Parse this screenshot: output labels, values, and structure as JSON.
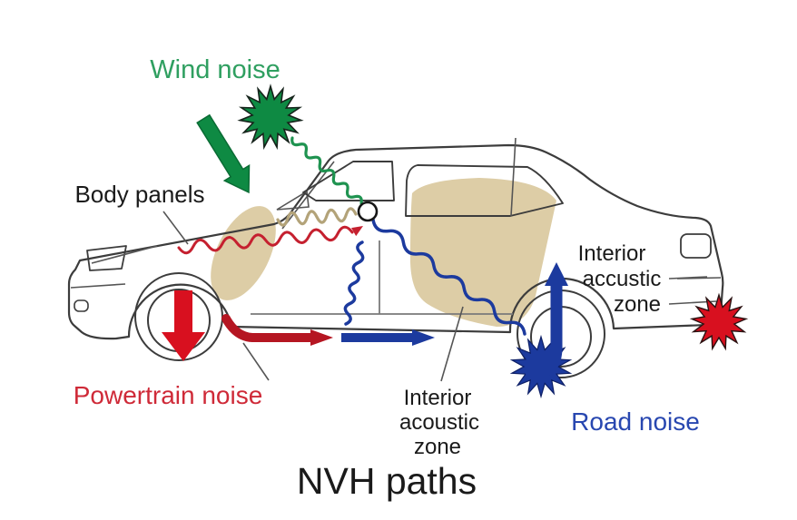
{
  "title": "NVH paths",
  "labels": {
    "wind_noise": "Wind noise",
    "body_panels": "Body panels",
    "powertrain_noise": "Powertrain noise",
    "road_noise": "Road noise",
    "interior_zone_right": [
      "Interior",
      "accustic",
      "zone"
    ],
    "interior_zone_bottom": [
      "Interior",
      "acoustic",
      "zone"
    ]
  },
  "colors": {
    "wind_text_green": "#2f9f60",
    "shape_green": "#0e8a43",
    "shape_green_edge": "#0a6b34",
    "powertrain_text_red": "#cf2a38",
    "bright_red": "#d8101f",
    "arrow_red_dark": "#b51622",
    "road_text_blue": "#2847b0",
    "arrow_blue": "#1c3a9e",
    "body_tan": "#ddcda6",
    "wave_tan": "#b3a379",
    "wave_green": "#1f9350",
    "wave_red": "#c5202f",
    "text_black": "#1a1a1a",
    "outline_gray": "#3c3c3c"
  },
  "icons": {
    "wind_noise_burst": "starburst",
    "road_noise_burst": "starburst",
    "rear_noise_burst": "starburst",
    "powertrain_arrow": "thick-down-arrow",
    "wind_arrow": "thick-diagonal-arrow",
    "road_arrow": "thick-up-arrow",
    "transmission_point": "small-circle"
  }
}
